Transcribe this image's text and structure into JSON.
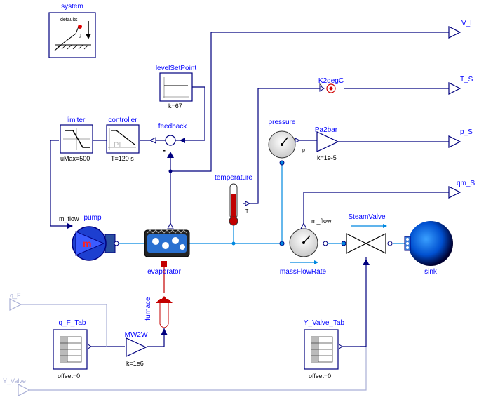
{
  "blocks": {
    "system": {
      "name": "system",
      "inner": "defaults",
      "g": "g"
    },
    "levelSetPoint": {
      "name": "levelSetPoint",
      "param": "k=67"
    },
    "limiter": {
      "name": "limiter",
      "param": "uMax=500"
    },
    "controller": {
      "name": "controller",
      "param": "T=120 s",
      "inner": "PI"
    },
    "feedback": {
      "name": "feedback",
      "minus": "-"
    },
    "K2degC": {
      "name": "K2degC",
      "inner": "K"
    },
    "Pa2bar": {
      "name": "Pa2bar",
      "param": "k=1e-5"
    },
    "pressure": {
      "name": "pressure",
      "port": "p"
    },
    "temperature": {
      "name": "temperature",
      "port": "T"
    },
    "pump": {
      "name": "pump",
      "port": "m_flow",
      "inner": "m"
    },
    "evaporator": {
      "name": "evaporator"
    },
    "furnace": {
      "name": "furnace"
    },
    "massFlowRate": {
      "name": "massFlowRate",
      "port": "m_flow"
    },
    "SteamValve": {
      "name": "SteamValve"
    },
    "sink": {
      "name": "sink"
    },
    "MW2W": {
      "name": "MW2W",
      "param": "k=1e6"
    },
    "q_F_Tab": {
      "name": "q_F_Tab",
      "param": "offset=0"
    },
    "Y_Valve_Tab": {
      "name": "Y_Valve_Tab",
      "param": "offset=0"
    }
  },
  "outputs": {
    "V_l": "V_l",
    "T_S": "T_S",
    "p_S": "p_S",
    "qm_S": "qm_S"
  },
  "inputs": {
    "q_F": "q_F",
    "Y_Valve": "Y_Valve"
  },
  "colors": {
    "signal": "#00007f",
    "fluid": "#0088e0",
    "heat": "#c40000",
    "label": "#0000ff",
    "disabled": "#a9afd6"
  }
}
